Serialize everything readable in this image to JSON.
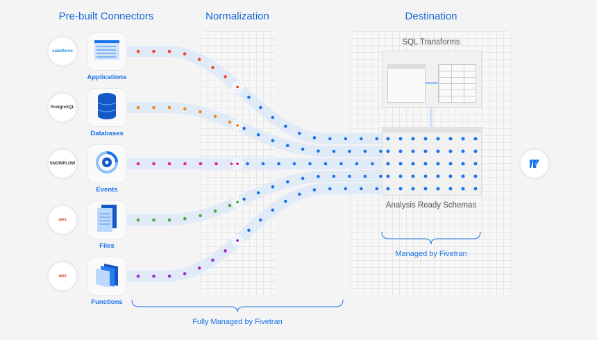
{
  "headers": {
    "connectors": "Pre-built Connectors",
    "normalization": "Normalization",
    "destination": "Destination"
  },
  "sources": [
    {
      "logo": "salesforce",
      "icon": "salesforce-logo-icon",
      "label": "Applications",
      "color": "#f04a2a"
    },
    {
      "logo": "PostgreSQL",
      "icon": "postgresql-logo-icon",
      "label": "Databases",
      "color": "#f5841f"
    },
    {
      "logo": "SNOWPLOW",
      "icon": "snowplow-logo-icon",
      "label": "Events",
      "color": "#e0249a"
    },
    {
      "logo": "aws",
      "icon": "aws-s3-logo-icon",
      "label": "Files",
      "color": "#4caa3c"
    },
    {
      "logo": "aws",
      "icon": "aws-lambda-logo-icon",
      "label": "Functions",
      "color": "#9a2fd0"
    }
  ],
  "destination": {
    "sql_transforms": "SQL Transforms",
    "schemas": "Analysis Ready Schemas",
    "managed": "Managed  by Fivetran"
  },
  "footer": {
    "managed": "Fully Managed by Fivetran"
  },
  "colors": {
    "accent": "#1a73e8",
    "normalized": "#1a73e8"
  }
}
